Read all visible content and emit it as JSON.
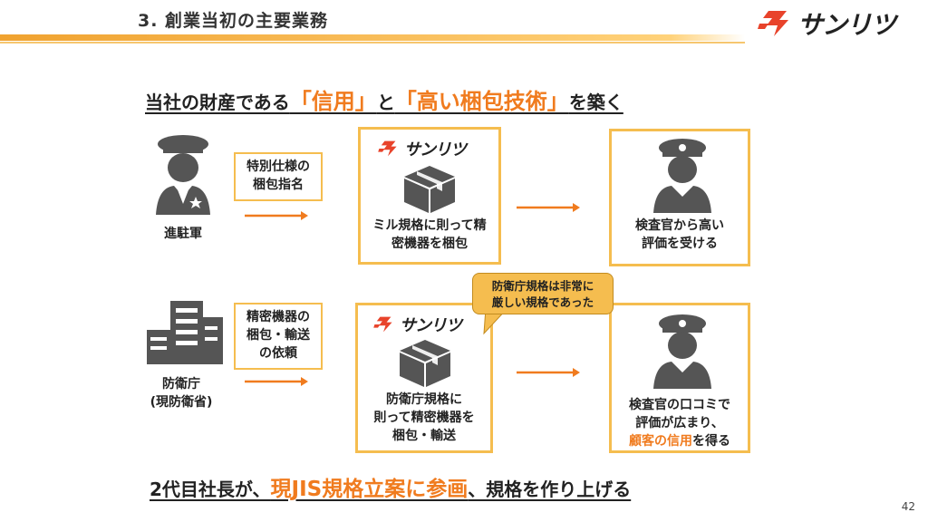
{
  "header": {
    "title": "3. 創業当初の主要業務",
    "logo_text": "サンリツ"
  },
  "headline": {
    "part1": "当社の財産である",
    "highlight1": "「信用」",
    "part2": "と",
    "highlight2": "「高い梱包技術」",
    "part3": "を築く"
  },
  "row1": {
    "actor_label": "進駐軍",
    "request_label": "特別仕様の\n梱包指名",
    "company_logo": "サンリツ",
    "company_text": "ミル規格に則って精\n密機器を梱包",
    "result_text": "検査官から高い\n評価を受ける"
  },
  "row2": {
    "actor_label": "防衛庁\n(現防衛省)",
    "request_label": "精密機器の\n梱包・輸送\nの依頼",
    "company_logo": "サンリツ",
    "company_text": "防衛庁規格に\n則って精密機器を\n梱包・輸送",
    "result_text_1": "検査官の口コミで\n評価が広まり、",
    "result_highlight": "顧客の信用",
    "result_text_2": "を得る"
  },
  "callout": "防衛庁規格は非常に\n厳しい規格であった",
  "bottom": {
    "part1": "2代目社長が、",
    "highlight": "現JIS規格立案に参画",
    "part2": "、規格を作り上げる"
  },
  "page_number": "42",
  "colors": {
    "accent_orange": "#f07b1e",
    "frame_yellow": "#f5bd4f",
    "icon_gray": "#555555",
    "logo_red": "#e8432b"
  },
  "icons": [
    "soldier-icon",
    "building-icon",
    "box-icon",
    "inspector-icon",
    "arrow-right-icon",
    "logo-mark-icon"
  ]
}
